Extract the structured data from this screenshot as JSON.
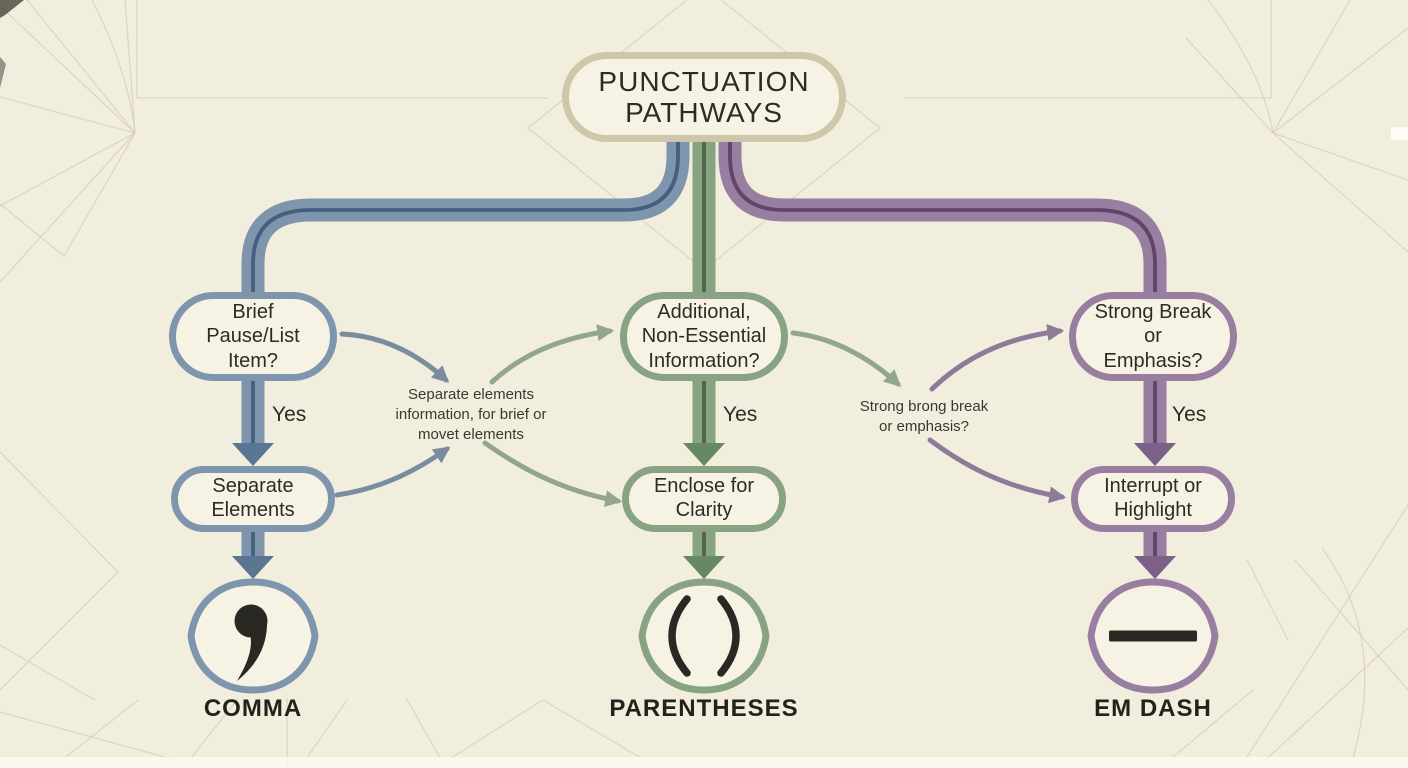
{
  "title": {
    "text": "PUNCTUATION\nPATHWAYS"
  },
  "branches": [
    {
      "name": "comma",
      "color_theme": "blue",
      "question": "Brief\nPause/List\nItem?",
      "yes_label": "Yes",
      "action": "Separate\nElements",
      "symbol": ",",
      "result_label": "COMMA"
    },
    {
      "name": "parentheses",
      "color_theme": "green",
      "question": "Additional,\nNon-Essential\nInformation?",
      "yes_label": "Yes",
      "action": "Enclose for\nClarity",
      "symbol": "( )",
      "result_label": "PARENTHESES"
    },
    {
      "name": "em-dash",
      "color_theme": "purple",
      "question": "Strong Break\nor\nEmphasis?",
      "yes_label": "Yes",
      "action": "Interrupt or\nHighlight",
      "symbol": "—",
      "result_label": "EM DASH"
    }
  ],
  "annotations": [
    {
      "text": "Separate elements\ninformation, for brief or\nmovet elements"
    },
    {
      "text": "Strong brong break\nor emphasis?"
    }
  ],
  "colors": {
    "bg": "#f1eede",
    "node_fill": "#f6f3e5",
    "title_border": "#cfc7ac",
    "text": "#2e2b25",
    "symbol": "#2a2822",
    "pattern": "#d8cdb4",
    "blue": "#7e95ad",
    "blue_dark": "#45607e",
    "blue_mid": "#5b7693",
    "blue_thin": "#7b8ca0",
    "green": "#87a381",
    "green_dark": "#4c6849",
    "green_mid": "#688765",
    "green_thin": "#92a68c",
    "purple": "#987ea0",
    "purple_dark": "#5e4569",
    "purple_mid": "#7b6187",
    "purple_thin": "#8d7b97"
  }
}
